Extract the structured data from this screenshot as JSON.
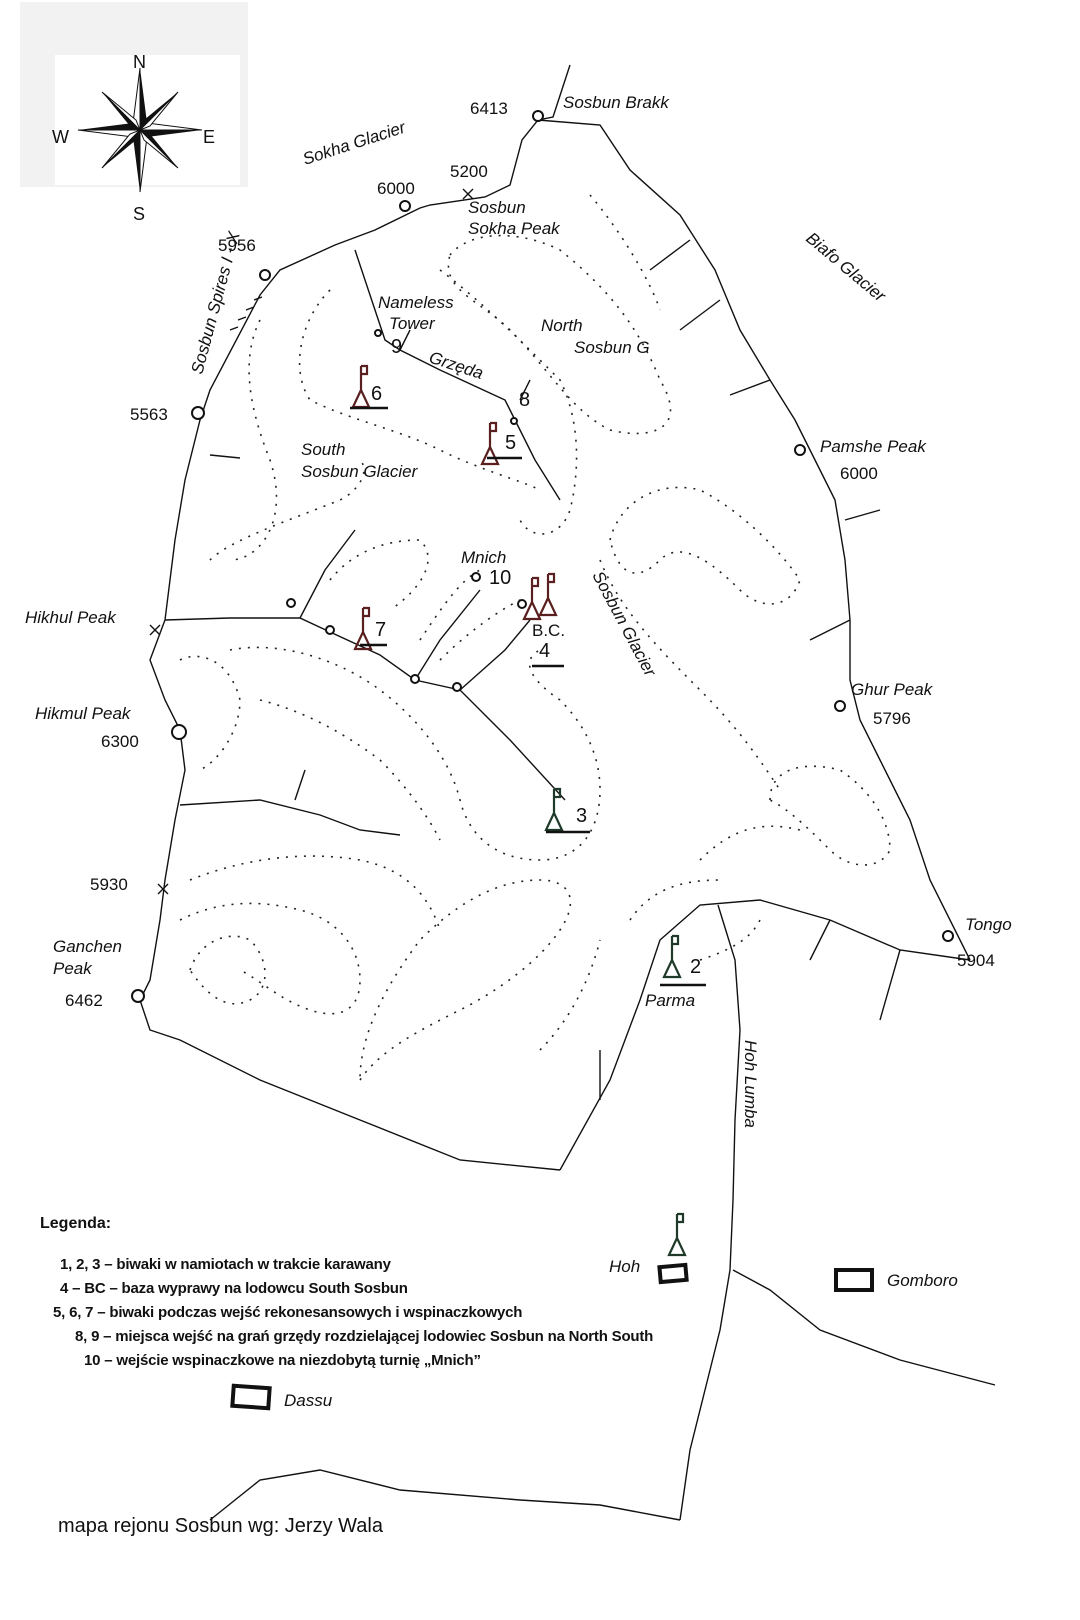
{
  "compass": {
    "n": "N",
    "e": "E",
    "s": "S",
    "w": "W"
  },
  "labels": {
    "sosbun_brakk": "Sosbun Brakk",
    "sokha_glacier": "Sokha Glacier",
    "sosbun_sokha_1": "Sosbun",
    "sosbun_sokha_2": "Sokha Peak",
    "biafo_glacier": "Biafo Glacier",
    "nameless_1": "Nameless",
    "nameless_2": "Tower",
    "north_sosbun_1": "North",
    "north_sosbun_2": "Sosbun G",
    "grzeda": "Grzęda",
    "spires": "Sosbun Spires I - X",
    "pamshe": "Pamshe Peak",
    "south_sosbun_1": "South",
    "south_sosbun_2": "Sosbun Glacier",
    "mnich": "Mnich",
    "hikhul": "Hikhul Peak",
    "sosbun_glacier": "Sosbun Glacier",
    "hikmul": "Hikmul Peak",
    "ghur": "Ghur Peak",
    "bc": "B.C.",
    "ganchen_1": "Ganchen",
    "ganchen_2": "Peak",
    "tongo": "Tongo",
    "parma": "Parma",
    "hoh_lumba": "Hoh Lumba",
    "hoh": "Hoh",
    "gomboro": "Gomboro",
    "dassu": "Dassu"
  },
  "elevations": {
    "e6413": "6413",
    "e5200": "5200",
    "e6000a": "6000",
    "e5956": "5956",
    "e5563": "5563",
    "e6000b": "6000",
    "e6300": "6300",
    "e5796": "5796",
    "e5930": "5930",
    "e5904": "5904",
    "e6462": "6462"
  },
  "camps": {
    "c2": "2",
    "c3": "3",
    "c4": "4",
    "c5": "5",
    "c6": "6",
    "c7": "7",
    "c8": "8",
    "c9": "9",
    "c10": "10"
  },
  "legend": {
    "title": "Legenda:",
    "items": [
      "1, 2, 3 – biwaki w namiotach w trakcie karawany",
      "4 – BC – baza wyprawy na lodowcu South Sosbun",
      "5, 6, 7 – biwaki podczas wejść rekonesansowych i wspinaczkowych",
      "8, 9 – miejsca wejść na grań grzędy rozdzielającej lodowiec Sosbun na North South",
      "10 – wejście wspinaczkowe na niezdobytą turnię „Mnich”"
    ]
  },
  "credit": "mapa rejonu Sosbun wg: Jerzy Wala",
  "colors": {
    "camp_dark_red": "#5a1f1f",
    "camp_dark_green": "#1f3a28",
    "ink": "#111111"
  }
}
